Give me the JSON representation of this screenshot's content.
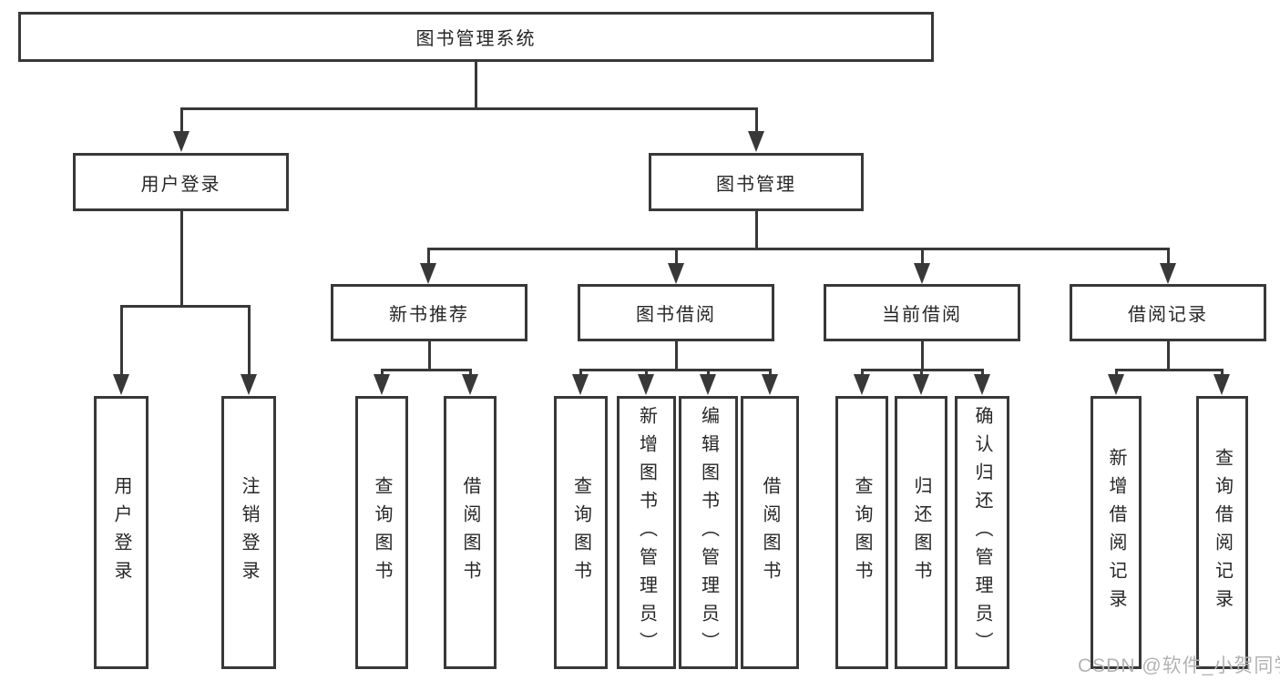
{
  "diagram": {
    "root": {
      "label": "图书管理系统"
    },
    "level2": [
      {
        "label": "用户登录",
        "children": [
          {
            "label": "用户登录"
          },
          {
            "label": "注销登录"
          }
        ]
      },
      {
        "label": "图书管理",
        "children": [
          {
            "label": "新书推荐",
            "children": [
              {
                "label": "查询图书"
              },
              {
                "label": "借阅图书"
              }
            ]
          },
          {
            "label": "图书借阅",
            "children": [
              {
                "label": "查询图书"
              },
              {
                "label": "新增图书（管理员）"
              },
              {
                "label": "编辑图书（管理员）"
              },
              {
                "label": "借阅图书"
              }
            ]
          },
          {
            "label": "当前借阅",
            "children": [
              {
                "label": "查询图书"
              },
              {
                "label": "归还图书"
              },
              {
                "label": "确认归还（管理员）"
              }
            ]
          },
          {
            "label": "借阅记录",
            "children": [
              {
                "label": "新增借阅记录"
              },
              {
                "label": "查询借阅记录"
              }
            ]
          }
        ]
      }
    ]
  },
  "watermark": {
    "text": "CSDN @软件_小贺同学"
  },
  "colors": {
    "line": "#383838",
    "text": "#262626",
    "watermark": "#b3b3b3",
    "background": "#ffffff"
  }
}
